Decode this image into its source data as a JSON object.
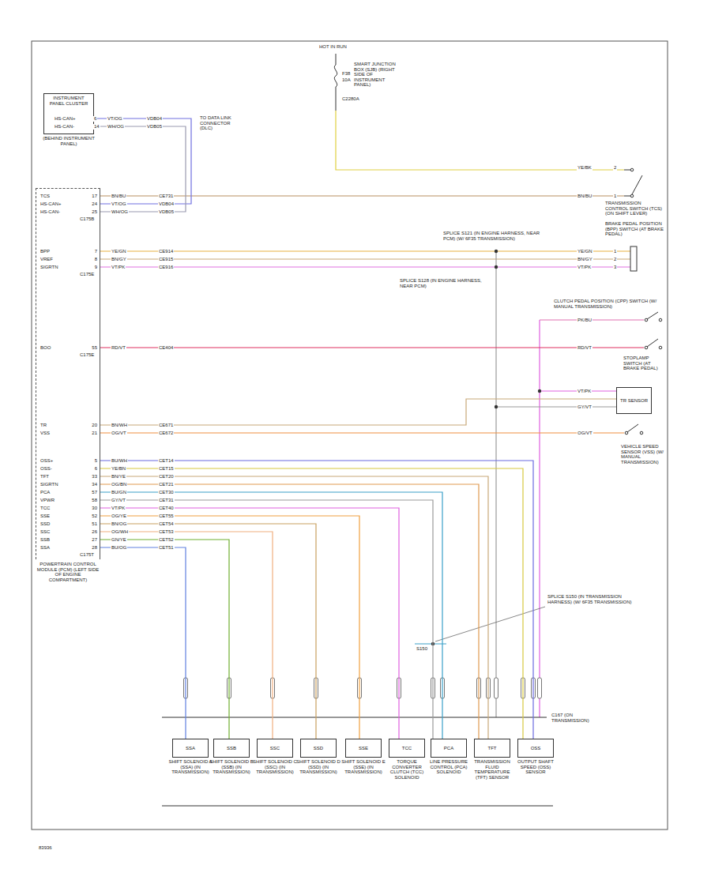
{
  "diagram": {
    "nodes": [
      {
        "text": [
          "INSTRUMENT PANEL CLUSTER",
          "(BEHIND INSTRUMENT PANEL)"
        ]
      },
      {
        "text": [
          "POWERTRAIN CONTROL MODULE (PCM) (LEFT SIDE OF ENGINE COMPARTMENT)"
        ]
      },
      {
        "text": [
          "TR SENSOR"
        ]
      },
      {
        "text": [
          "SSA",
          "SHIFT SOLENOID A (SSA) (IN TRANSMISSION)"
        ]
      },
      {
        "text": [
          "SSB",
          "SHIFT SOLENOID B (SSB) (IN TRANSMISSION)"
        ]
      },
      {
        "text": [
          "SSC",
          "SHIFT SOLENOID C (SSC) (IN TRANSMISSION)"
        ]
      },
      {
        "text": [
          "SSD",
          "SHIFT SOLENOID D (SSD) (IN TRANSMISSION)"
        ]
      },
      {
        "text": [
          "SSE",
          "SHIFT SOLENOID E (SSE) (IN TRANSMISSION)"
        ]
      },
      {
        "text": [
          "TCC",
          "TORQUE CONVERTER CLUTCH (TCC) SOLENOID"
        ]
      },
      {
        "text": [
          "PCA",
          "LINE PRESSURE CONTROL (PCA) SOLENOID"
        ]
      },
      {
        "text": [
          "TFT",
          "TRANSMISSION FLUID TEMPERATURE (TFT) SENSOR"
        ]
      },
      {
        "text": [
          "OSS",
          "OUTPUT SHAFT SPEED (OSS) SENSOR"
        ]
      }
    ],
    "edges": [
      {
        "from": 0,
        "to": 1,
        "label": "VT/OG",
        "arrow": "none"
      },
      {
        "from": 0,
        "to": 1,
        "label": "WH/OG",
        "arrow": "none"
      },
      {
        "from": 1,
        "to": 2,
        "label": "BN/WH",
        "arrow": "none"
      },
      {
        "from": 1,
        "to": 11,
        "label": "BU/WH",
        "arrow": "none"
      },
      {
        "from": 1,
        "to": 11,
        "label": "YE/BN",
        "arrow": "none"
      },
      {
        "from": 1,
        "to": 10,
        "label": "BN/YE",
        "arrow": "none"
      },
      {
        "from": 1,
        "to": 10,
        "label": "OG/BN",
        "arrow": "none"
      },
      {
        "from": 1,
        "to": 9,
        "label": "BU/GN",
        "arrow": "none"
      },
      {
        "from": 1,
        "to": 9,
        "label": "GY/VT",
        "arrow": "none"
      },
      {
        "from": 1,
        "to": 8,
        "label": "VT/PK",
        "arrow": "none"
      },
      {
        "from": 1,
        "to": 7,
        "label": "OG/YE",
        "arrow": "none"
      },
      {
        "from": 1,
        "to": 6,
        "label": "BN/OG",
        "arrow": "none"
      },
      {
        "from": 1,
        "to": 5,
        "label": "OG/WH",
        "arrow": "none"
      },
      {
        "from": 1,
        "to": 4,
        "label": "GN/YE",
        "arrow": "none"
      },
      {
        "from": 1,
        "to": 3,
        "label": "BU/OG",
        "arrow": "none"
      }
    ],
    "labels": [
      "HOT IN RUN",
      "SMART JUNCTION BOX (SJB) (RIGHT SIDE OF INSTRUMENT PANEL)",
      "F38",
      "10A",
      "C2280A",
      "YE/BK",
      "2",
      "HS-CAN+",
      "HS-CAN-",
      "6",
      "14",
      "VT/OG",
      "WH/OG",
      "VDB04",
      "VDB05",
      "TO DATA LINK CONNECTOR (DLC)",
      "TCS",
      "HS-CAN+",
      "HS-CAN-",
      "17",
      "24",
      "25",
      "BN/BU",
      "CE731",
      "VDB04",
      "VDB05",
      "BN/BU",
      "1",
      "TRANSMISSION CONTROL SWITCH (TCS) (ON SHIFT LEVER)",
      "C175B",
      "SPLICE S121 (IN ENGINE HARNESS, NEAR PCM) (W/ 6F35 TRANSMISSION)",
      "BPP",
      "VREF",
      "SIGRTN",
      "7",
      "8",
      "9",
      "YE/GN",
      "BN/GY",
      "VT/PK",
      "CE914",
      "CE915",
      "CE916",
      "YE/GN",
      "BN/GY",
      "VT/PK",
      "1",
      "2",
      "3",
      "BRAKE PEDAL POSITION (BPP) SWITCH (AT BRAKE PEDAL)",
      "C175E",
      "SPLICE S128 (IN ENGINE HARNESS, NEAR PCM)",
      "CLUTCH PEDAL POSITION (CPP) SWITCH (W/ MANUAL TRANSMISSION)",
      "PK/BU",
      "BOO",
      "55",
      "RD/VT",
      "CE404",
      "RD/VT",
      "C175E",
      "STOPLAMP SWITCH (AT BRAKE PEDAL)",
      "VT/PK",
      "GY/VT",
      "TR",
      "VSS",
      "20",
      "21",
      "OG/VT",
      "CE671",
      "CE672",
      "OG/VT",
      "VEHICLE SPEED SENSOR (VSS) (W/ MANUAL TRANSMISSION)",
      "C175T",
      "OSS+",
      "OSS-",
      "TFT",
      "SIGRTN",
      "PCA",
      "VPWR",
      "TCC",
      "SSE",
      "SSD",
      "SSC",
      "SSB",
      "SSA",
      "5",
      "6",
      "33",
      "34",
      "57",
      "58",
      "30",
      "52",
      "51",
      "26",
      "27",
      "28",
      "CET14",
      "CET15",
      "CET20",
      "CET21",
      "CET30",
      "CET31",
      "CET40",
      "CET55",
      "CET54",
      "CET53",
      "CET52",
      "CET51",
      "S150",
      "SPLICE S150 (IN TRANSMISSION HARNESS) (W/ 6F35 TRANSMISSION)",
      "C167 (ON TRANSMISSION)",
      "83936"
    ]
  }
}
